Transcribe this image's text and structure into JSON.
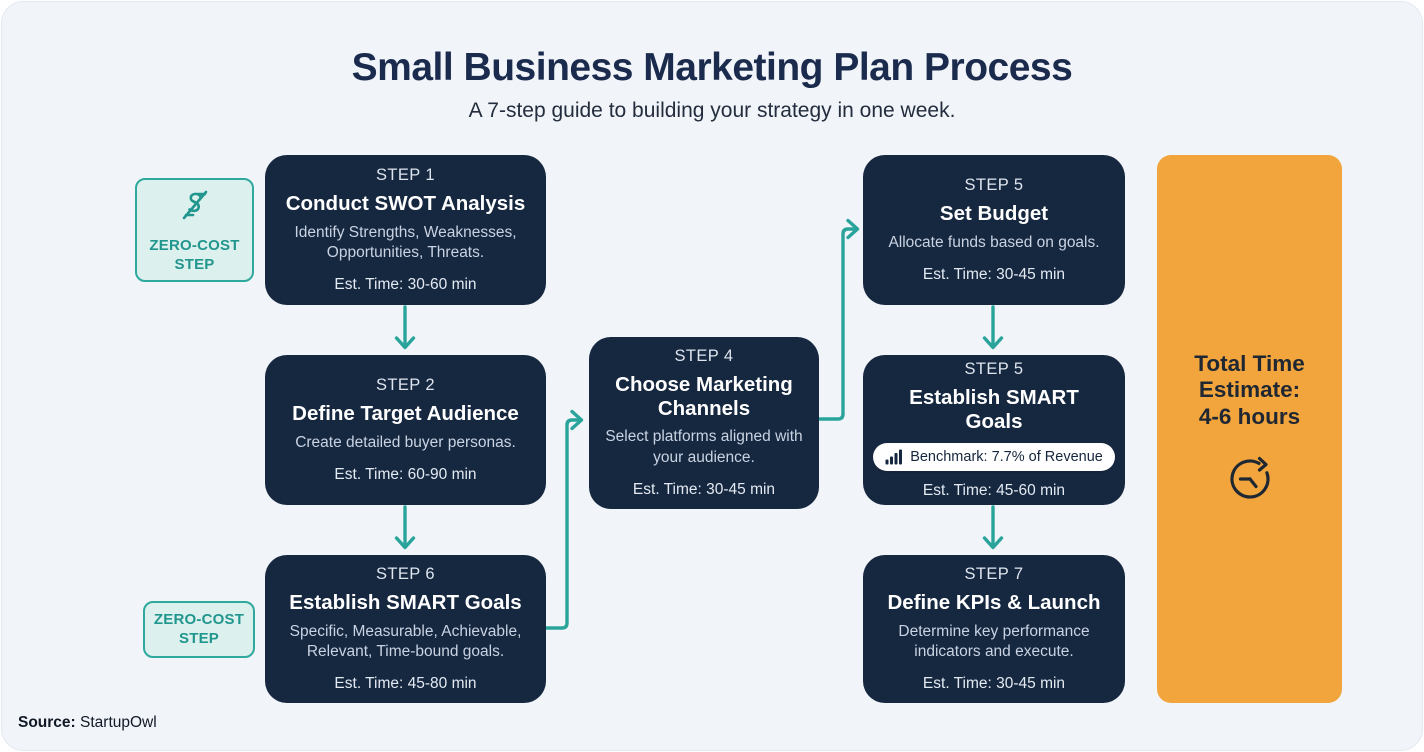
{
  "page": {
    "title": "Small Business Marketing Plan Process",
    "subtitle": "A 7-step guide to building your strategy in one week.",
    "source_label": "Source:",
    "source_value": "StartupOwl"
  },
  "colors": {
    "background": "#F1F5F9",
    "box_navy": "#162740",
    "accent_teal": "#2AA49B",
    "accent_orange": "#F1A53C",
    "badge_teal_bg": "#DCF0ED",
    "badge_teal_text": "#21968E",
    "title_navy": "#1B2B4D"
  },
  "badges": {
    "zero_cost_top": {
      "line1": "ZERO-COST",
      "line2": "STEP",
      "icon": "money-off-icon"
    },
    "zero_cost_bottom": {
      "line1": "ZERO-COST",
      "line2": "STEP"
    }
  },
  "steps": [
    {
      "label": "STEP 1",
      "title": "Conduct SWOT Analysis",
      "desc": "Identify Strengths, Weaknesses, Opportunities, Threats.",
      "time": "Est. Time: 30-60 min"
    },
    {
      "label": "STEP 2",
      "title": "Define Target Audience",
      "desc": "Create detailed buyer personas.",
      "time": "Est. Time: 60-90 min"
    },
    {
      "label": "STEP 6",
      "title": "Establish SMART Goals",
      "desc": "Specific, Measurable, Achievable, Relevant, Time-bound goals.",
      "time": "Est. Time: 45-80 min"
    },
    {
      "label": "STEP 4",
      "title": "Choose Marketing Channels",
      "desc": "Select platforms aligned with your audience.",
      "time": "Est. Time: 30-45 min"
    },
    {
      "label": "STEP 5",
      "title": "Set Budget",
      "desc": "Allocate funds based on goals.",
      "time": "Est. Time: 30-45 min"
    },
    {
      "label": "STEP 5",
      "title": "Establish SMART Goals",
      "benchmark": "Benchmark: 7.7% of Revenue",
      "time": "Est. Time: 45-60 min"
    },
    {
      "label": "STEP 7",
      "title": "Define KPIs & Launch",
      "desc": "Determine key performance indicators and execute.",
      "time": "Est. Time: 30-45 min"
    }
  ],
  "total_time": {
    "line1": "Total Time",
    "line2": "Estimate:",
    "line3": "4-6 hours",
    "icon": "clock-arrow-icon"
  }
}
